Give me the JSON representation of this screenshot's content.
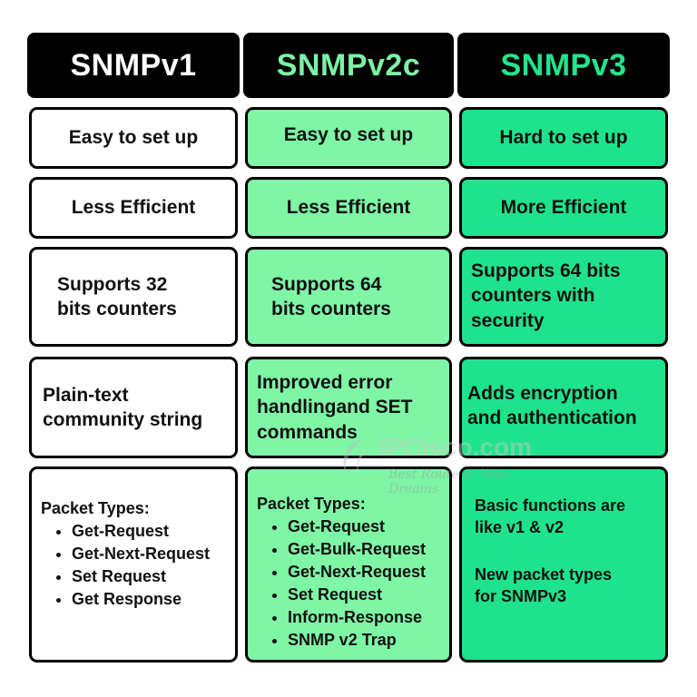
{
  "headers": [
    {
      "label": "SNMPv1",
      "color": "#ffffff"
    },
    {
      "label": "SNMPv2c",
      "color": "#7cf2a4"
    },
    {
      "label": "SNMPv3",
      "color": "#22e58a"
    }
  ],
  "colors": {
    "v1_bg": "#ffffff",
    "v2_bg": "#7ff5a6",
    "v3_bg": "#1fe38c",
    "border": "#000000"
  },
  "rows": [
    [
      "Easy to set up",
      "Easy to set up",
      "Hard to set up"
    ],
    [
      "Less Efficient",
      "Less Efficient",
      "More Efficient"
    ],
    [
      "Supports 32\nbits counters",
      "Supports 64\nbits counters",
      "Supports 64 bits\ncounters with\nsecurity"
    ],
    [
      "Plain-text\ncommunity string",
      "Improved error\nhandlingand SET\ncommands",
      "Adds encryption\nand authentication"
    ]
  ],
  "packets": {
    "v1": {
      "title": "Packet Types:",
      "items": [
        "Get-Request",
        "Get-Next-Request",
        "Set Request",
        "Get Response"
      ]
    },
    "v2": {
      "title": "Packet Types:",
      "items": [
        "Get-Request",
        "Get-Bulk-Request",
        "Get-Next-Request",
        "Set Request",
        "Inform-Response",
        "SNMP v2 Trap"
      ]
    },
    "v3": {
      "line1": "Basic functions are\nlike v1 & v2",
      "line2": "New packet types\nfor SNMPv3"
    }
  },
  "watermark": {
    "title": "IPCisco.com",
    "tagline": "Best Route to Your Dreams",
    "logo_icon": "ipcisco-logo-icon"
  }
}
